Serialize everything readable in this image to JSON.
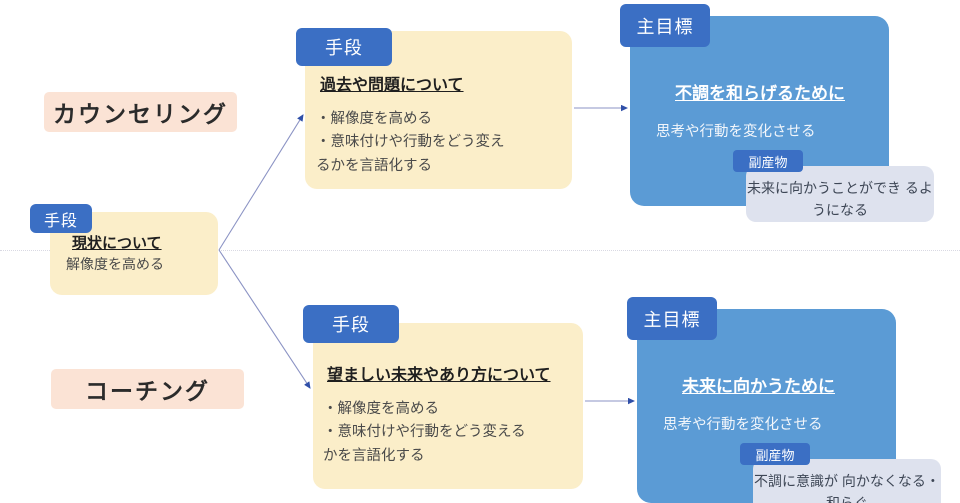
{
  "diagram": {
    "divider": "dotted-horizontal-separator",
    "sections": [
      {
        "id": "counseling",
        "label": "カウンセリング"
      },
      {
        "id": "coaching",
        "label": "コーチング"
      }
    ],
    "tags": {
      "means": "手段",
      "main_goal": "主目標",
      "byproduct": "副産物"
    },
    "cards": {
      "current": {
        "tag": "手段",
        "heading": "現状について",
        "body": "解像度を高める"
      },
      "past": {
        "tag": "手段",
        "heading": "過去や問題について",
        "body": "・解像度を高める\n・意味付けや行動をどう変え\nるかを言語化する"
      },
      "future": {
        "tag": "手段",
        "heading": "望ましい未来やあり方について",
        "body": "・解像度を高める\n・意味付けや行動をどう変える\nかを言語化する"
      },
      "goal_top": {
        "tag": "主目標",
        "heading": "不調を和らげるために",
        "body": "思考や行動を変化させる"
      },
      "goal_bottom": {
        "tag": "主目標",
        "heading": "未来に向かうために",
        "body": "思考や行動を変化させる"
      },
      "byproduct_top": {
        "tag": "副産物",
        "body": "未来に向かうことができ\nるようになる"
      },
      "byproduct_bottom": {
        "tag": "副産物",
        "body": "不調に意識が\n向かなくなる・和らぐ"
      }
    },
    "colors": {
      "card_yellow": "#fbeec9",
      "card_blue": "#5b9bd5",
      "tag_blue": "#3b6fc4",
      "label_peach": "#fbe3d5",
      "card_gray": "#dee2ee",
      "connector": "#4a5fa5",
      "divider": "#d9d9e3",
      "background": "#ffffff"
    }
  }
}
